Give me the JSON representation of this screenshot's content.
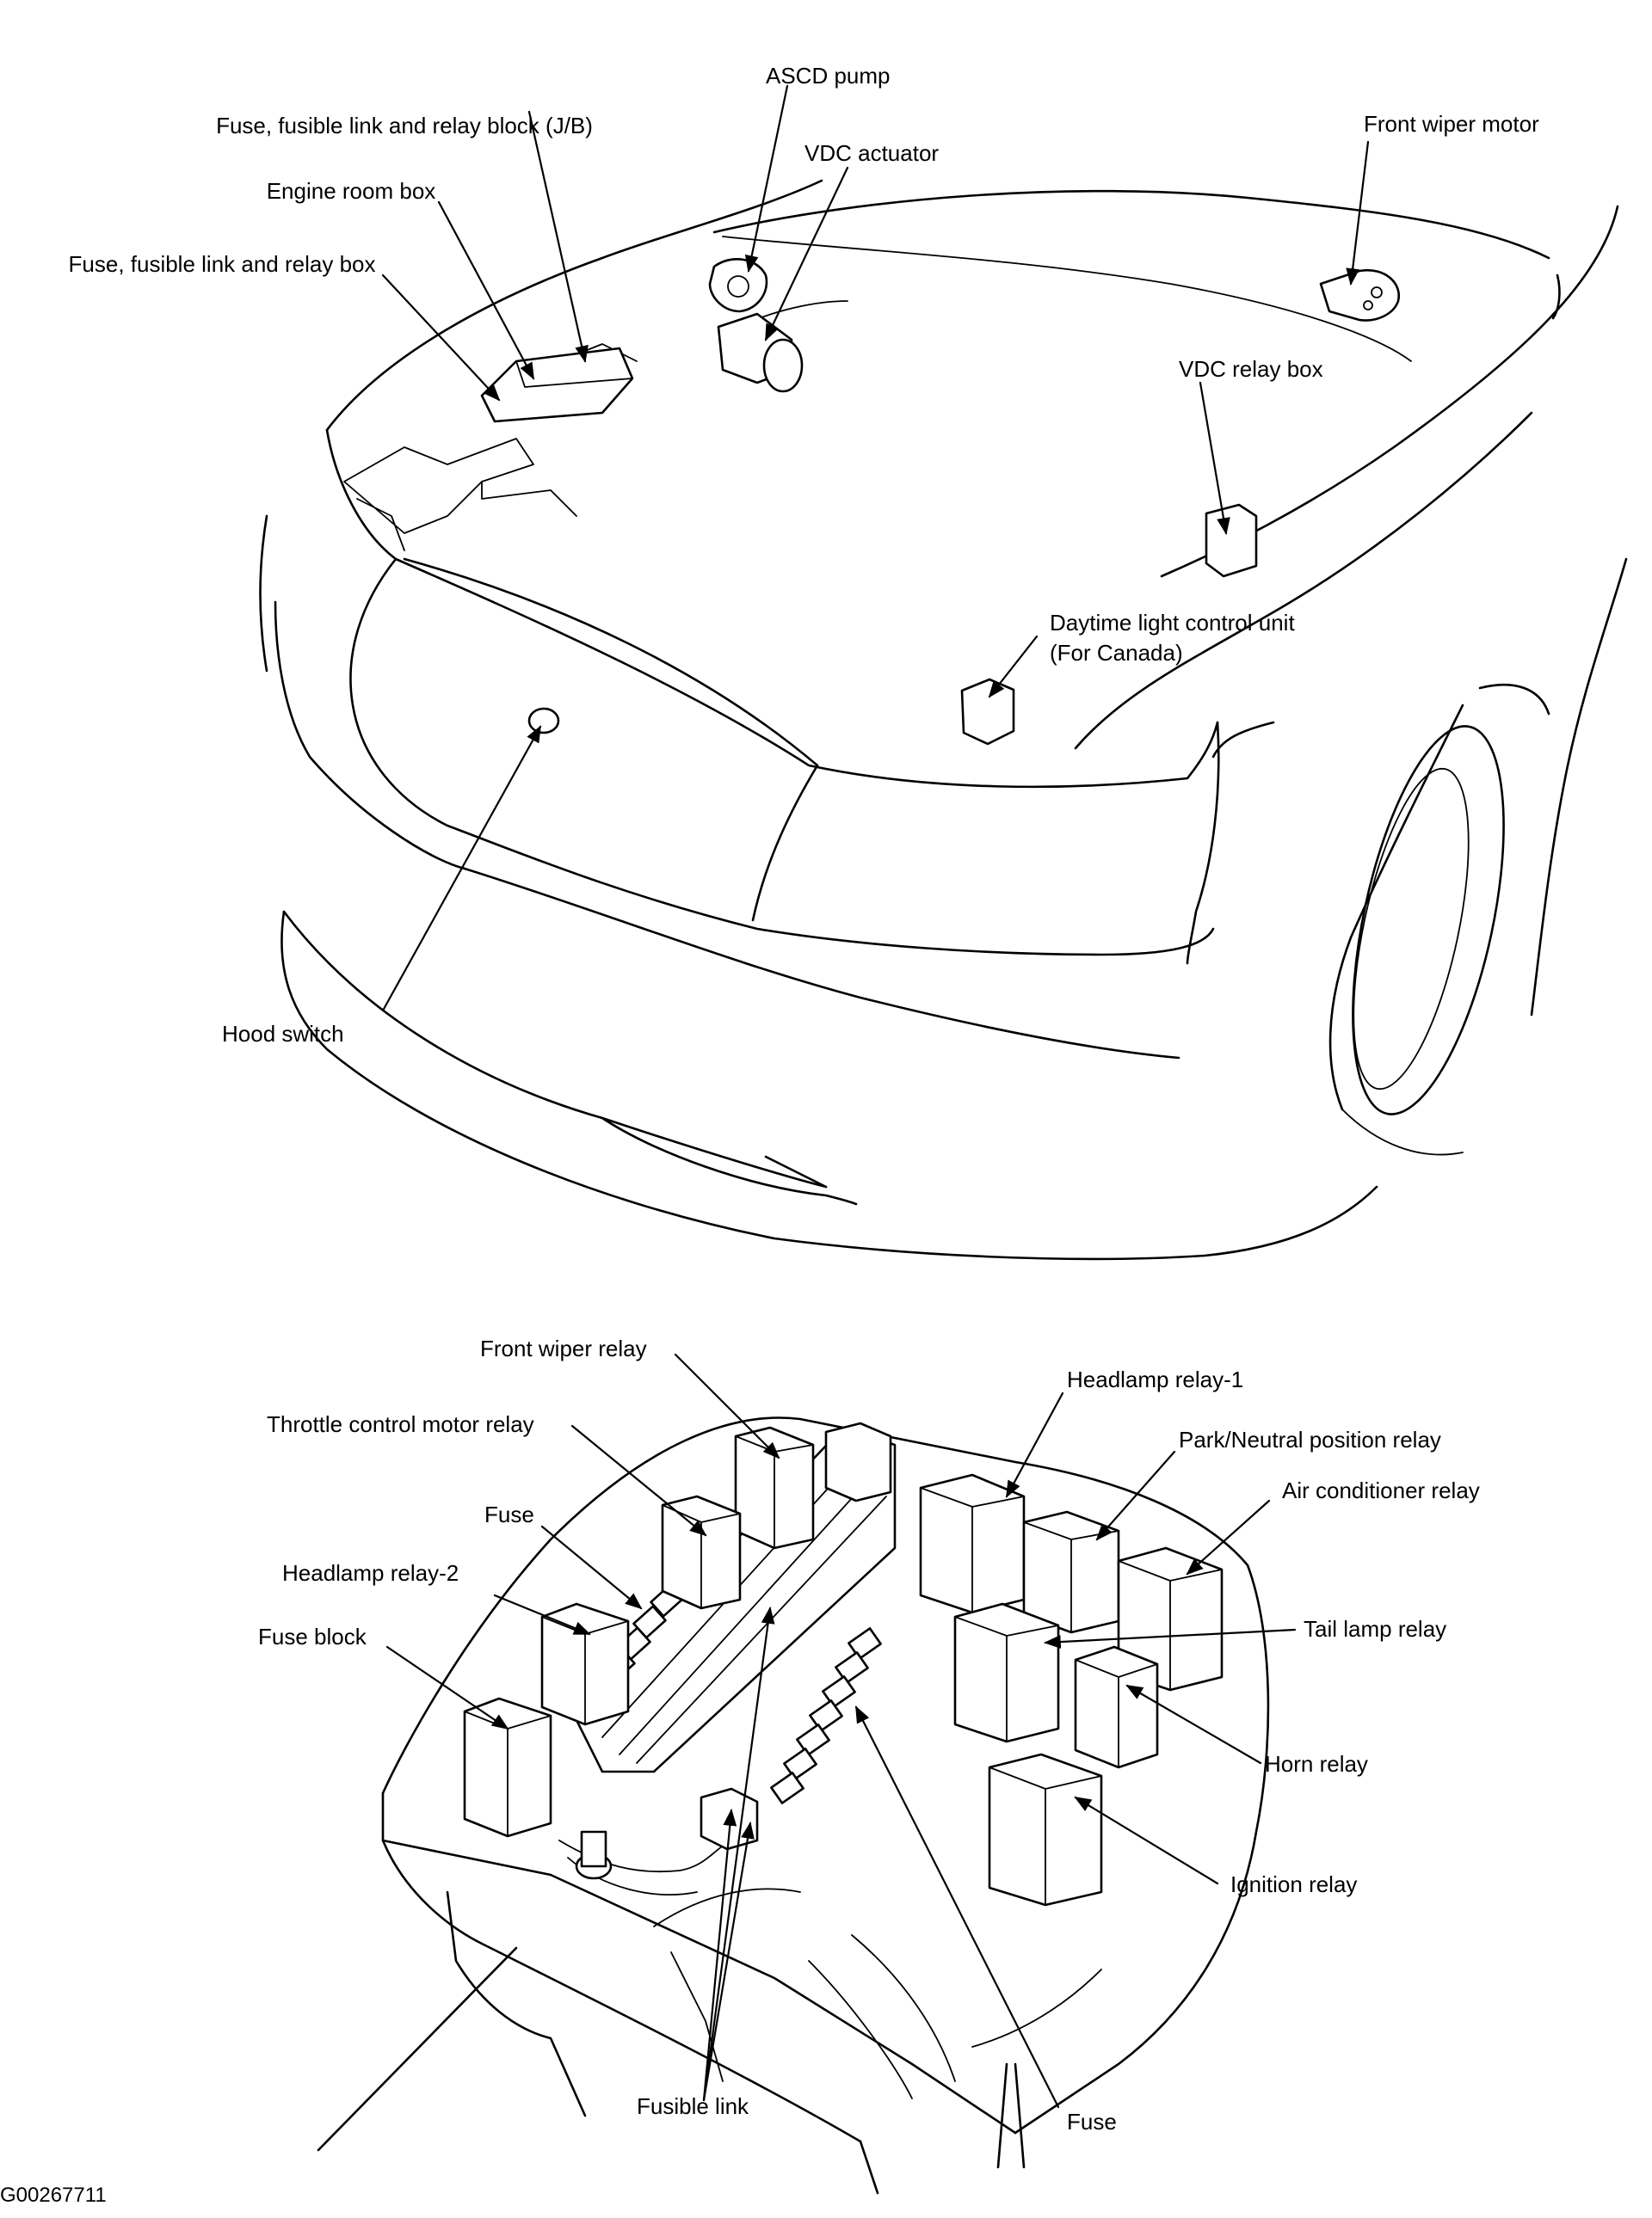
{
  "top_view": {
    "labels": {
      "asced_pump": "ASCD pump",
      "jb": "Fuse, fusible link and relay block (J/B)",
      "vdc_actuator": "VDC actuator",
      "front_wiper_motor": "Front wiper motor",
      "engine_room_box": "Engine room box",
      "fuse_box": "Fuse, fusible link and relay box",
      "vdc_relay_box": "VDC  relay box",
      "daytime_line1": "Daytime light control unit",
      "daytime_line2": "(For Canada)",
      "hood_switch": "Hood switch"
    }
  },
  "relay_block": {
    "labels": {
      "front_wiper_relay": "Front wiper relay",
      "headlamp_relay_1": "Headlamp relay-1",
      "throttle_relay": "Throttle control motor relay",
      "park_neutral": "Park/Neutral position relay",
      "fuse_upper": "Fuse",
      "air_conditioner": "Air conditioner relay",
      "headlamp_relay_2": "Headlamp relay-2",
      "tail_lamp": "Tail lamp relay",
      "fuse_block": "Fuse block",
      "horn_relay": "Horn relay",
      "ignition_relay": "Ignition relay",
      "fusible_link": "Fusible link",
      "fuse_lower": "Fuse"
    }
  },
  "figure_id": "G00267711"
}
